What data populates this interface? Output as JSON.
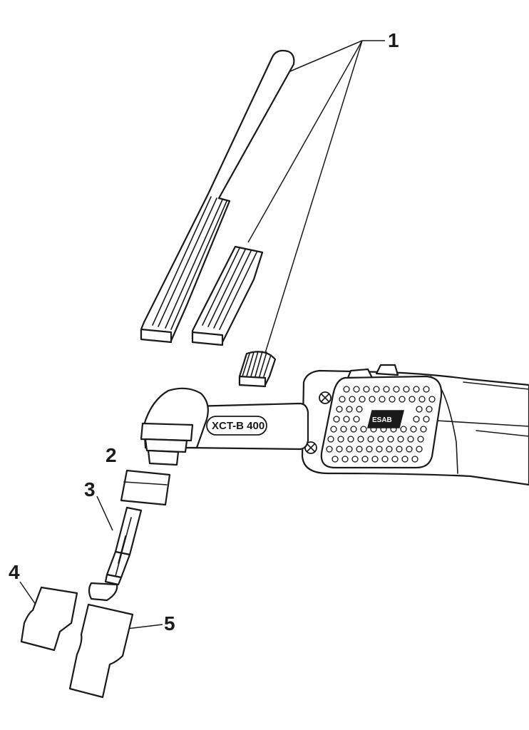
{
  "callouts": {
    "c1": "1",
    "c2": "2",
    "c3": "3",
    "c4": "4",
    "c5": "5"
  },
  "torch": {
    "model_label": "XCT-B 400",
    "brand_logo": "ESAB"
  },
  "colors": {
    "line": "#1a1a1a",
    "fill": "#ffffff"
  }
}
